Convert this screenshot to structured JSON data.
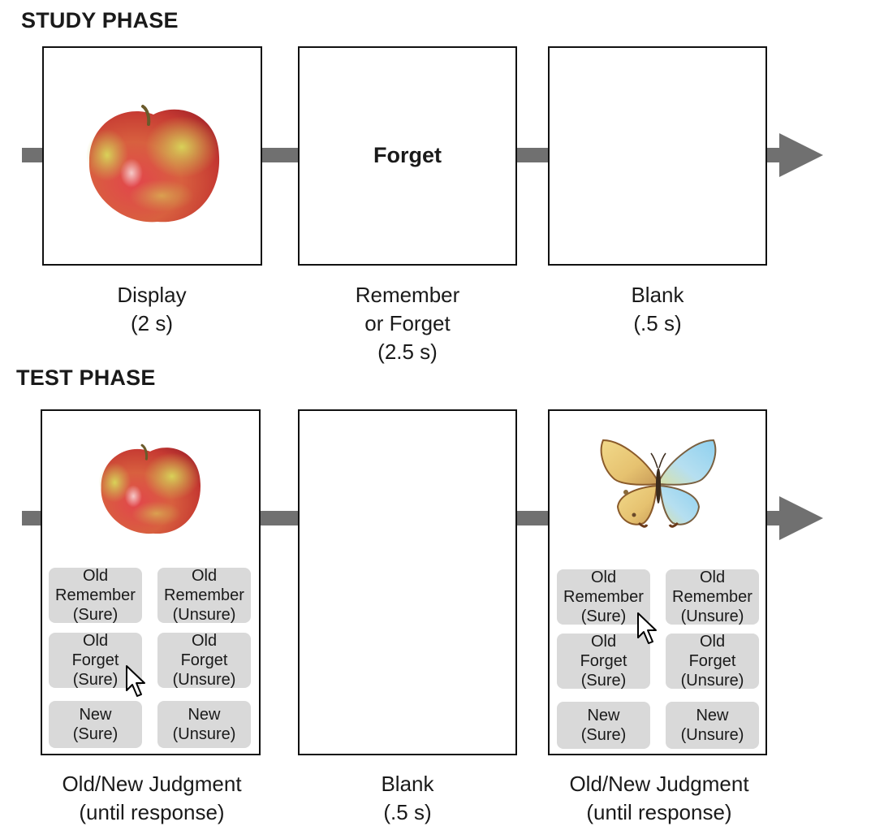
{
  "study_phase": {
    "title": "STUDY PHASE",
    "frames": [
      {
        "caption": [
          "Display",
          "(2 s)"
        ],
        "stimulus_icon": "apple-icon"
      },
      {
        "caption": [
          "Remember",
          "or Forget",
          "(2.5 s)"
        ],
        "cue": "Forget"
      },
      {
        "caption": [
          "Blank",
          "(.5 s)"
        ]
      }
    ]
  },
  "test_phase": {
    "title": "TEST PHASE",
    "frames": [
      {
        "caption": [
          "Old/New Judgment",
          "(until response)"
        ],
        "stimulus_icon": "apple-icon"
      },
      {
        "caption": [
          "Blank",
          "(.5 s)"
        ]
      },
      {
        "caption": [
          "Old/New Judgment",
          "(until response)"
        ],
        "stimulus_icon": "butterfly-icon"
      }
    ],
    "response_options": [
      [
        "Old",
        "Remember",
        "(Sure)"
      ],
      [
        "Old",
        "Remember",
        "(Unsure)"
      ],
      [
        "Old",
        "Forget",
        "(Sure)"
      ],
      [
        "Old",
        "Forget",
        "(Unsure)"
      ],
      [
        "New",
        "(Sure)"
      ],
      [
        "New",
        "(Unsure)"
      ]
    ]
  },
  "colors": {
    "connector": "#707070",
    "button_bg": "#d9d9d9",
    "frame_border": "#111111"
  }
}
